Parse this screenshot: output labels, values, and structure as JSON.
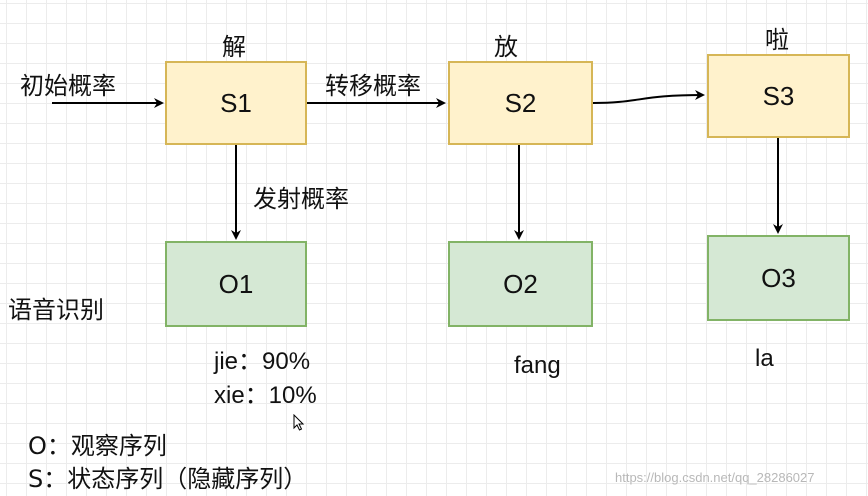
{
  "states": [
    {
      "id": "S1",
      "char": "解"
    },
    {
      "id": "S2",
      "char": "放"
    },
    {
      "id": "S3",
      "char": "啦"
    }
  ],
  "observations": [
    "O1",
    "O2",
    "O3"
  ],
  "edges": {
    "initial": "初始概率",
    "transition": "转移概率",
    "emission": "发射概率"
  },
  "task": "语音识别",
  "outputs": {
    "o1_line1": "jie：90%",
    "o1_line2": "xie：10%",
    "o2": "fang",
    "o3": "la"
  },
  "legend": {
    "o": "O：观察序列",
    "s": "S：状态序列（隐藏序列）"
  },
  "watermark": "https://blog.csdn.net/qq_28286027",
  "colors": {
    "state_fill": "#fff2cc",
    "state_border": "#d6b656",
    "obs_fill": "#d5e8d4",
    "obs_border": "#82b366"
  }
}
